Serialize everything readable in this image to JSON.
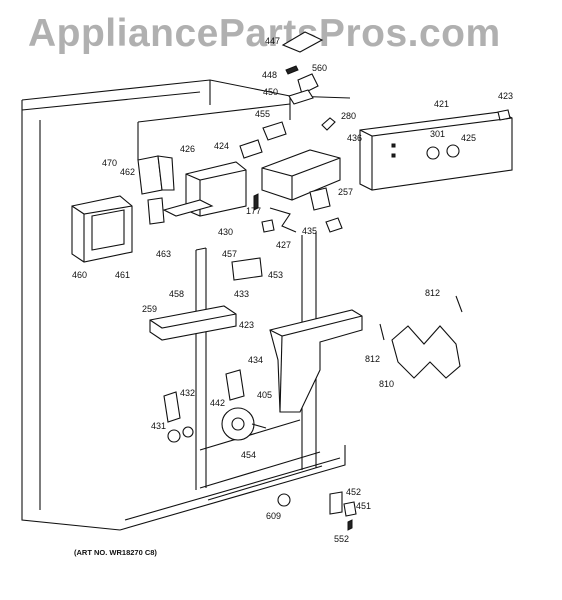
{
  "watermark": "AppliancePartsPros.com",
  "art_number": "(ART NO. WR18270 C8)",
  "callouts": [
    "447",
    "448",
    "560",
    "450",
    "455",
    "280",
    "421",
    "423",
    "424",
    "436",
    "301",
    "425",
    "470",
    "426",
    "462",
    "430",
    "177",
    "257",
    "460",
    "461",
    "463",
    "427",
    "435",
    "457",
    "453",
    "458",
    "433",
    "812",
    "259",
    "423",
    "812",
    "434",
    "405",
    "810",
    "432",
    "442",
    "431",
    "454",
    "452",
    "451",
    "609",
    "552"
  ]
}
